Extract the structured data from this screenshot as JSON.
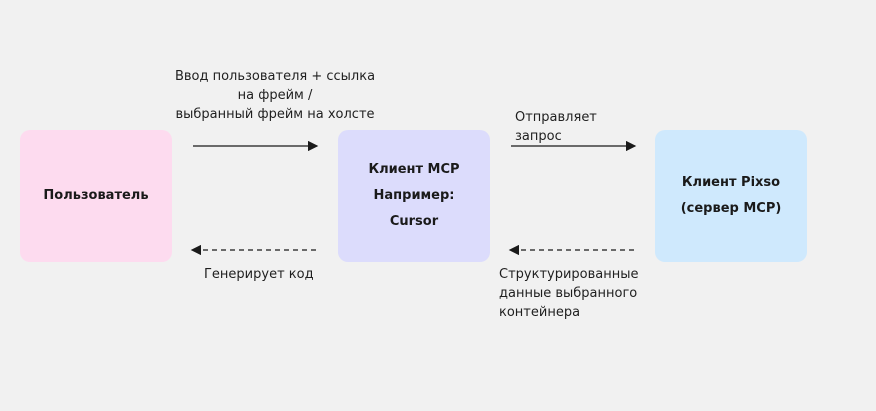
{
  "colors": {
    "background": "#f1f1f1",
    "user_node": "#fddbef",
    "mcp_node": "#dcdcfc",
    "pixso_node": "#cfe9fd",
    "arrow": "#1a1a1a"
  },
  "nodes": {
    "user": {
      "lines": [
        "Пользователь"
      ]
    },
    "mcp_client": {
      "lines": [
        "Клиент MCP",
        "Например:",
        "Cursor"
      ]
    },
    "pixso_client": {
      "lines": [
        "Клиент Pixso",
        "(сервер MCP)"
      ]
    }
  },
  "edges": {
    "user_to_mcp": {
      "style": "solid",
      "direction": "right",
      "label": "Ввод пользователя + ссылка\nна фрейм /\nвыбранный фрейм на холсте"
    },
    "mcp_to_pixso": {
      "style": "solid",
      "direction": "right",
      "label": "Отправляет\nзапрос"
    },
    "pixso_to_mcp": {
      "style": "dashed",
      "direction": "left",
      "label": "Структурированные\nданные выбранного\nконтейнера"
    },
    "mcp_to_user": {
      "style": "dashed",
      "direction": "left",
      "label": "Генерирует код"
    }
  }
}
